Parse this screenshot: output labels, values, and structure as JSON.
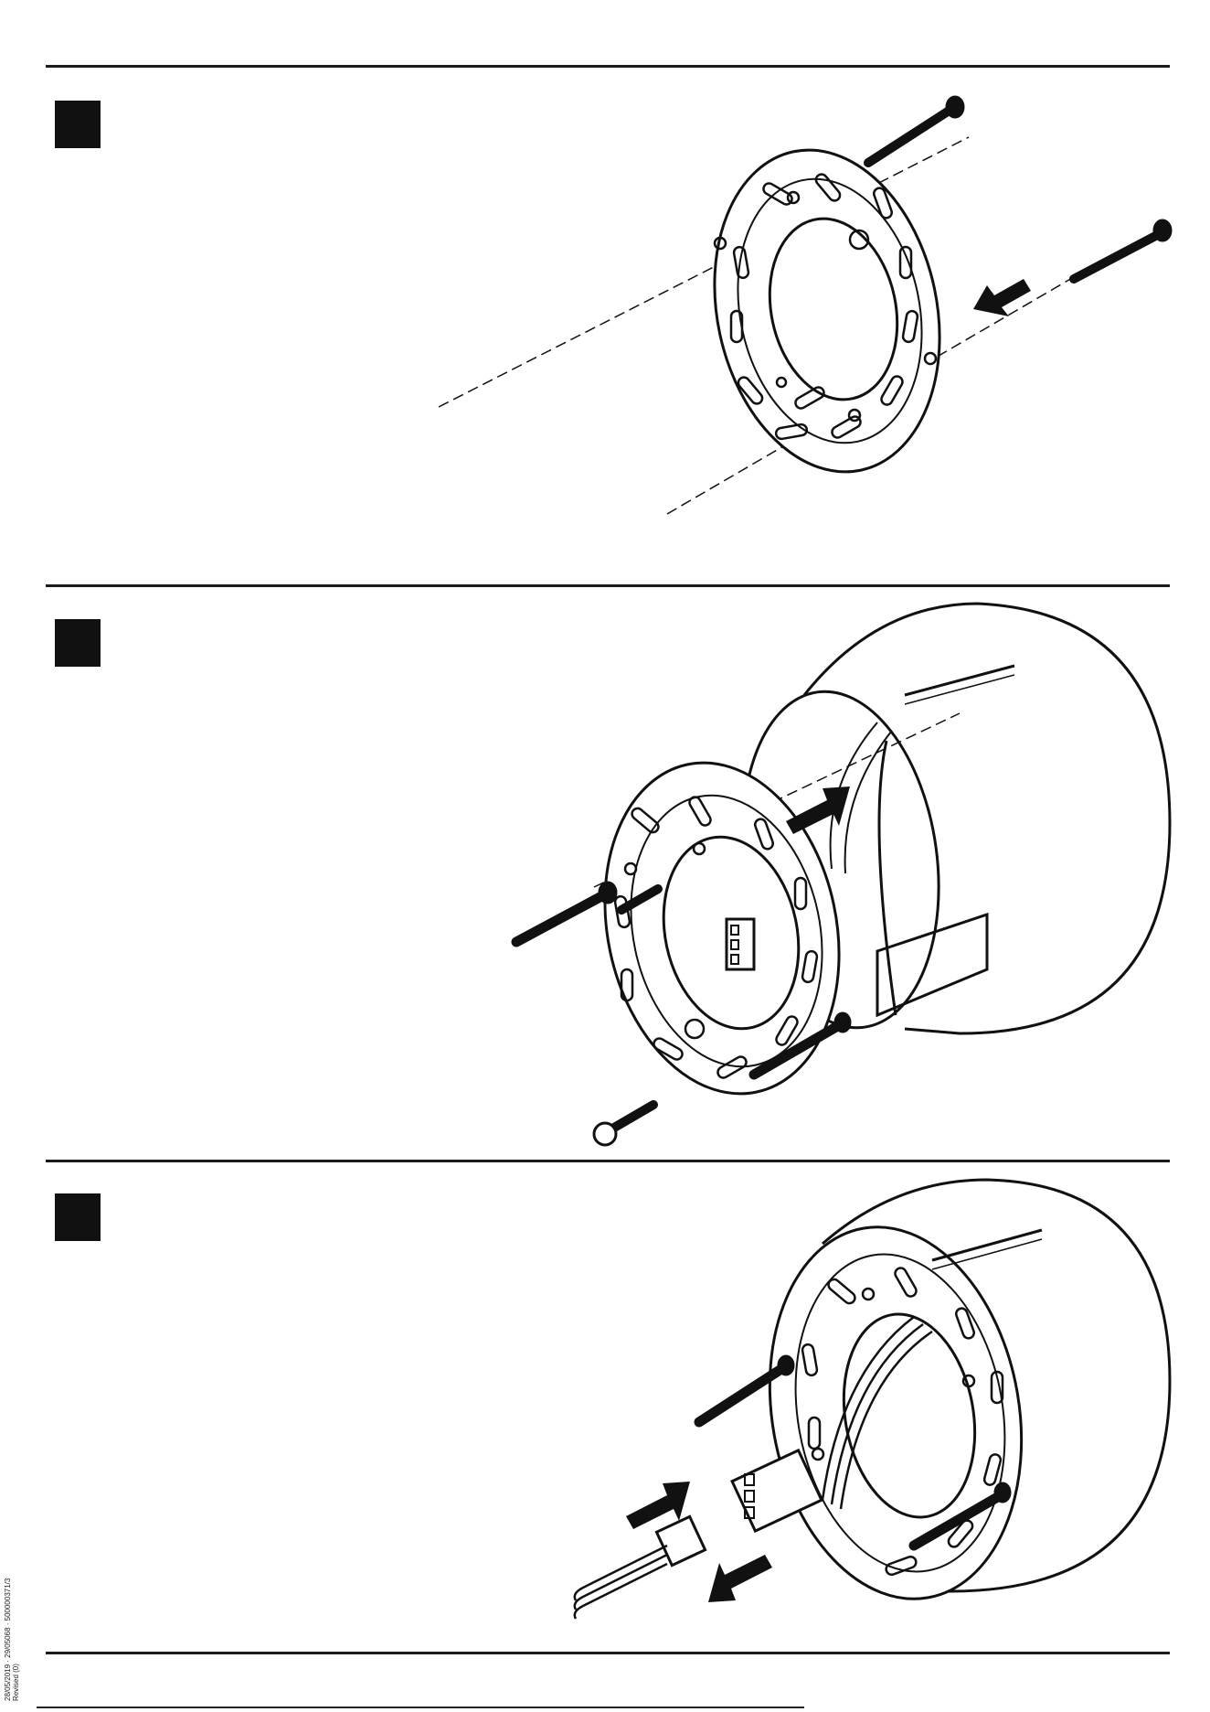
{
  "document": {
    "steps": [
      {
        "number": "",
        "label": "step-1"
      },
      {
        "number": "",
        "label": "step-2"
      },
      {
        "number": "",
        "label": "step-3"
      }
    ],
    "footer": {
      "line1": "28/05/2019 · 29/05068 · 500000371/3",
      "line2": "Revised (0)"
    }
  },
  "colors": {
    "ink": "#111111",
    "paper": "#ffffff"
  }
}
